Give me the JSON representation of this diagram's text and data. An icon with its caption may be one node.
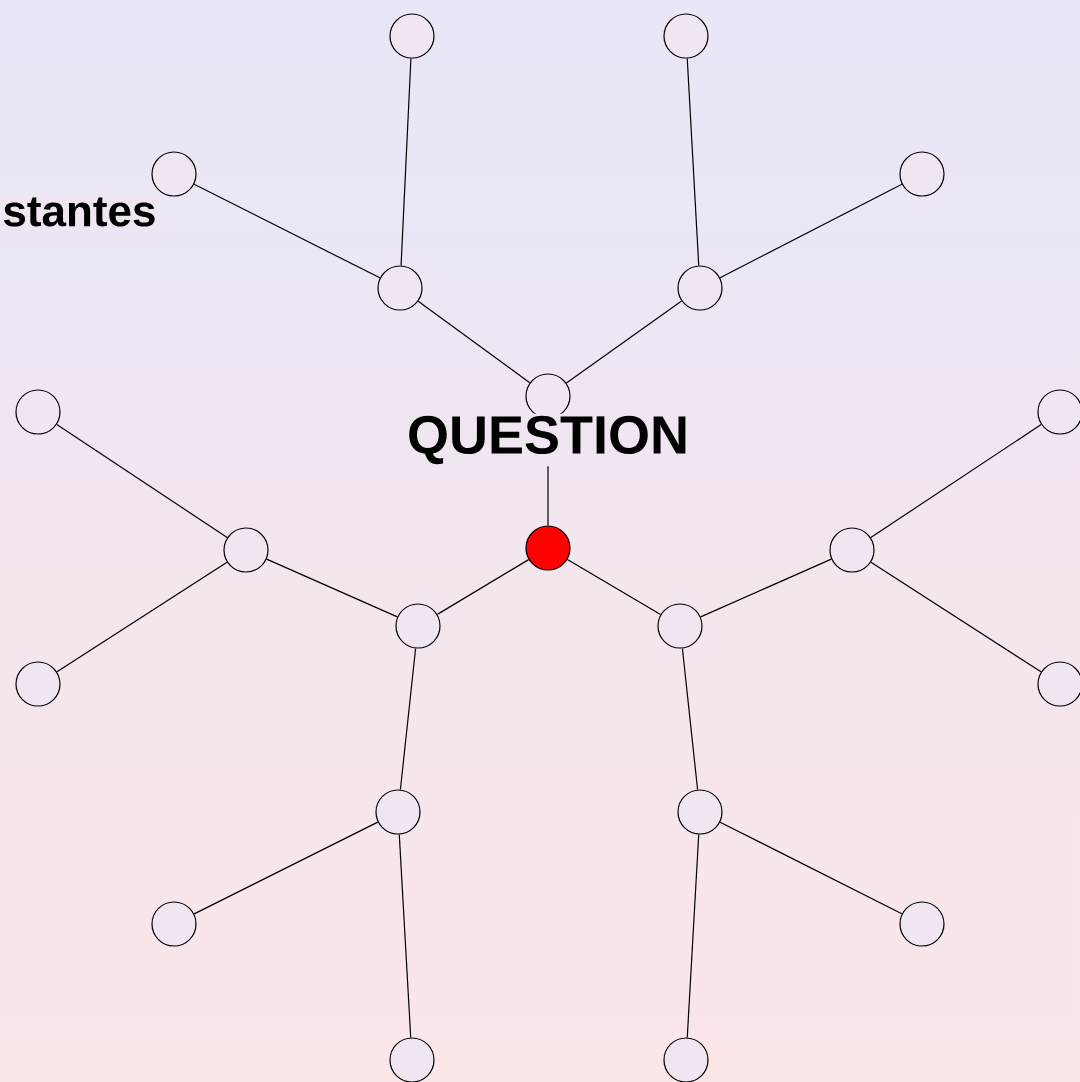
{
  "diagram": {
    "nodes": [
      {
        "text": [],
        "shape": "circle"
      },
      {
        "text": [],
        "shape": "circle"
      },
      {
        "text": [],
        "shape": "circle"
      },
      {
        "text": [],
        "shape": "circle"
      },
      {
        "text": [],
        "shape": "circle"
      },
      {
        "text": [],
        "shape": "circle"
      },
      {
        "text": [],
        "shape": "circle"
      },
      {
        "text": [],
        "shape": "circle"
      },
      {
        "text": [],
        "shape": "circle"
      },
      {
        "text": [],
        "shape": "dot"
      },
      {
        "text": [],
        "shape": "circle"
      },
      {
        "text": [],
        "shape": "circle"
      },
      {
        "text": [],
        "shape": "circle"
      },
      {
        "text": [],
        "shape": "circle"
      },
      {
        "text": [],
        "shape": "circle"
      },
      {
        "text": [],
        "shape": "circle"
      },
      {
        "text": [],
        "shape": "circle"
      },
      {
        "text": [],
        "shape": "circle"
      },
      {
        "text": [],
        "shape": "circle"
      },
      {
        "text": [],
        "shape": "circle"
      },
      {
        "text": [],
        "shape": "circle"
      },
      {
        "text": [],
        "shape": "circle"
      }
    ],
    "edges": [
      {
        "from": 9,
        "to": 6,
        "arrow": "none"
      },
      {
        "from": 6,
        "to": 4,
        "arrow": "none"
      },
      {
        "from": 6,
        "to": 5,
        "arrow": "none"
      },
      {
        "from": 4,
        "to": 2,
        "arrow": "none"
      },
      {
        "from": 4,
        "to": 0,
        "arrow": "none"
      },
      {
        "from": 5,
        "to": 1,
        "arrow": "none"
      },
      {
        "from": 5,
        "to": 3,
        "arrow": "none"
      },
      {
        "from": 9,
        "to": 12,
        "arrow": "none"
      },
      {
        "from": 9,
        "to": 13,
        "arrow": "none"
      },
      {
        "from": 12,
        "to": 10,
        "arrow": "none"
      },
      {
        "from": 12,
        "to": 16,
        "arrow": "none"
      },
      {
        "from": 10,
        "to": 7,
        "arrow": "none"
      },
      {
        "from": 10,
        "to": 14,
        "arrow": "none"
      },
      {
        "from": 16,
        "to": 18,
        "arrow": "none"
      },
      {
        "from": 16,
        "to": 20,
        "arrow": "none"
      },
      {
        "from": 13,
        "to": 11,
        "arrow": "none"
      },
      {
        "from": 13,
        "to": 17,
        "arrow": "none"
      },
      {
        "from": 11,
        "to": 8,
        "arrow": "none"
      },
      {
        "from": 11,
        "to": 15,
        "arrow": "none"
      },
      {
        "from": 17,
        "to": 19,
        "arrow": "none"
      },
      {
        "from": 17,
        "to": 21,
        "arrow": "none"
      }
    ],
    "labels": [
      "stantes",
      "QUESTION"
    ]
  }
}
